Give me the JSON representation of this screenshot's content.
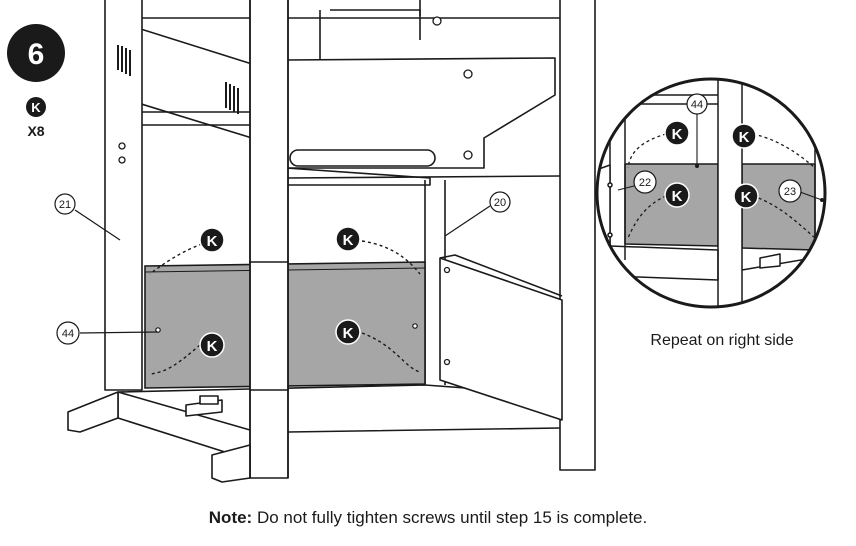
{
  "step": {
    "number": "6",
    "hardware_letter": "K",
    "hardware_qty": "X8"
  },
  "parts": {
    "p21": "21",
    "p20": "20",
    "p44": "44",
    "p22": "22",
    "p23": "23"
  },
  "callout_letter": "K",
  "repeat_text": "Repeat on right side",
  "note": {
    "label": "Note:",
    "text": "Do not fully tighten screws until step 15 is complete."
  },
  "colors": {
    "panel_fill": "#a6a6a6",
    "line": "#1a1a1a",
    "badge": "#1a1a1a"
  }
}
